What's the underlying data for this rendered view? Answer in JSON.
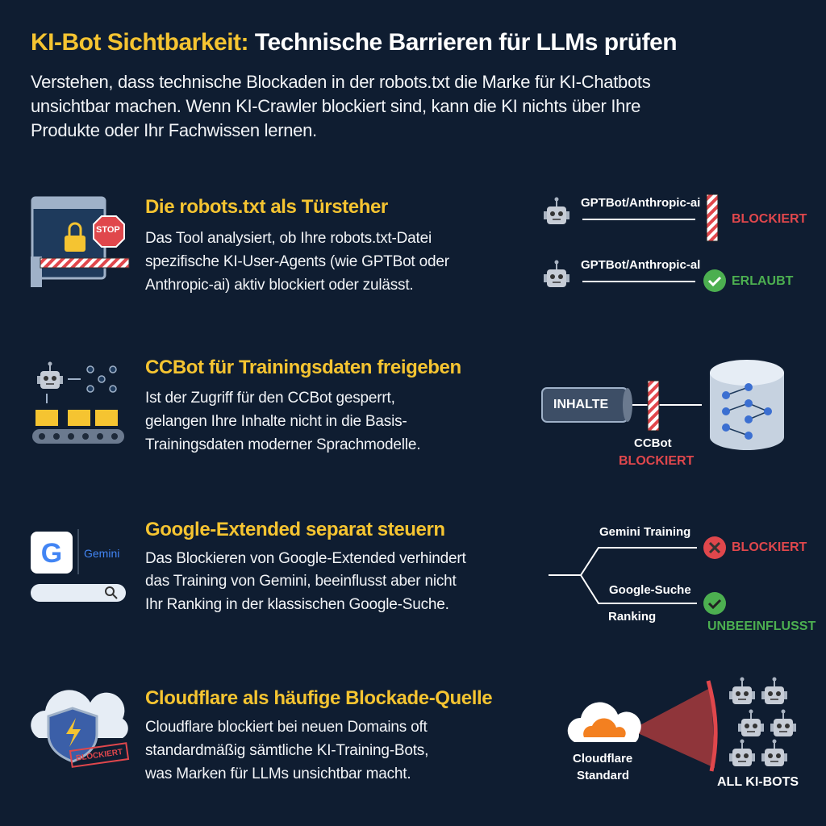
{
  "title": {
    "highlight": "KI-Bot Sichtbarkeit:",
    "rest": " Technische Barrieren für LLMs prüfen"
  },
  "subtitle": [
    "Verstehen, dass technische Blockaden in der robots.txt die Marke für KI-Chatbots",
    "unsichtbar machen. Wenn KI-Crawler blockiert sind, kann die KI nichts über Ihre",
    "Produkte oder Ihr Fachwissen lernen."
  ],
  "colors": {
    "background": "#0f1d31",
    "accent": "#f5c431",
    "blocked": "#e0474c",
    "allowed": "#4caf50"
  },
  "sections": [
    {
      "heading": "Die robots.txt als Türsteher",
      "body": [
        "Das Tool analysiert, ob Ihre robots.txt-Datei",
        "spezifische KI-User-Agents (wie GPTBot oder",
        "Anthropic-ai) aktiv blockiert oder zulässt."
      ],
      "icon": "browser-lock-stop-barrier-icon",
      "stop_sign": "STOP",
      "diagram": {
        "rows": [
          {
            "agent": "GPTBot/Anthropic-ai",
            "status": "BLOCKIERT"
          },
          {
            "agent": "GPTBot/Anthropic-al",
            "status": "ERLAUBT"
          }
        ]
      }
    },
    {
      "heading": "CCBot für Trainingsdaten freigeben",
      "body": [
        "Ist der Zugriff für den CCBot gesperrt,",
        "gelangen Ihre Inhalte nicht in die Basis-",
        "Trainingsdaten moderner Sprachmodelle."
      ],
      "icon": "robot-neural-network-conveyor-icon",
      "diagram": {
        "pipe_label": "INHALTE",
        "bot": "CCBot",
        "status": "BLOCKIERT"
      }
    },
    {
      "heading": "Google-Extended separat steuern",
      "body": [
        "Das Blockieren von Google-Extended verhindert",
        "das Training von Gemini, beeinflusst aber nicht",
        "Ihr Ranking in der klassischen Google-Suche."
      ],
      "icon": "google-gemini-search-icon",
      "gemini_logo": "Gemini",
      "diagram": {
        "branch1": "Gemini Training",
        "status1": "BLOCKIERT",
        "branch2_line1": "Google-Suche",
        "branch2_line2": "Ranking",
        "status2": "UNBEEINFLUSST"
      }
    },
    {
      "heading": "Cloudflare als häufige Blockade-Quelle",
      "body": [
        "Cloudflare blockiert bei neuen Domains oft",
        "standardmäßig sämtliche KI-Training-Bots,",
        "was Marken für LLMs unsichtbar macht."
      ],
      "icon": "cloud-shield-blocked-icon",
      "stamp": "BLOCKIERT",
      "diagram": {
        "source_line1": "Cloudflare",
        "source_line2": "Standard",
        "targets": "ALL KI-BOTS"
      }
    }
  ]
}
